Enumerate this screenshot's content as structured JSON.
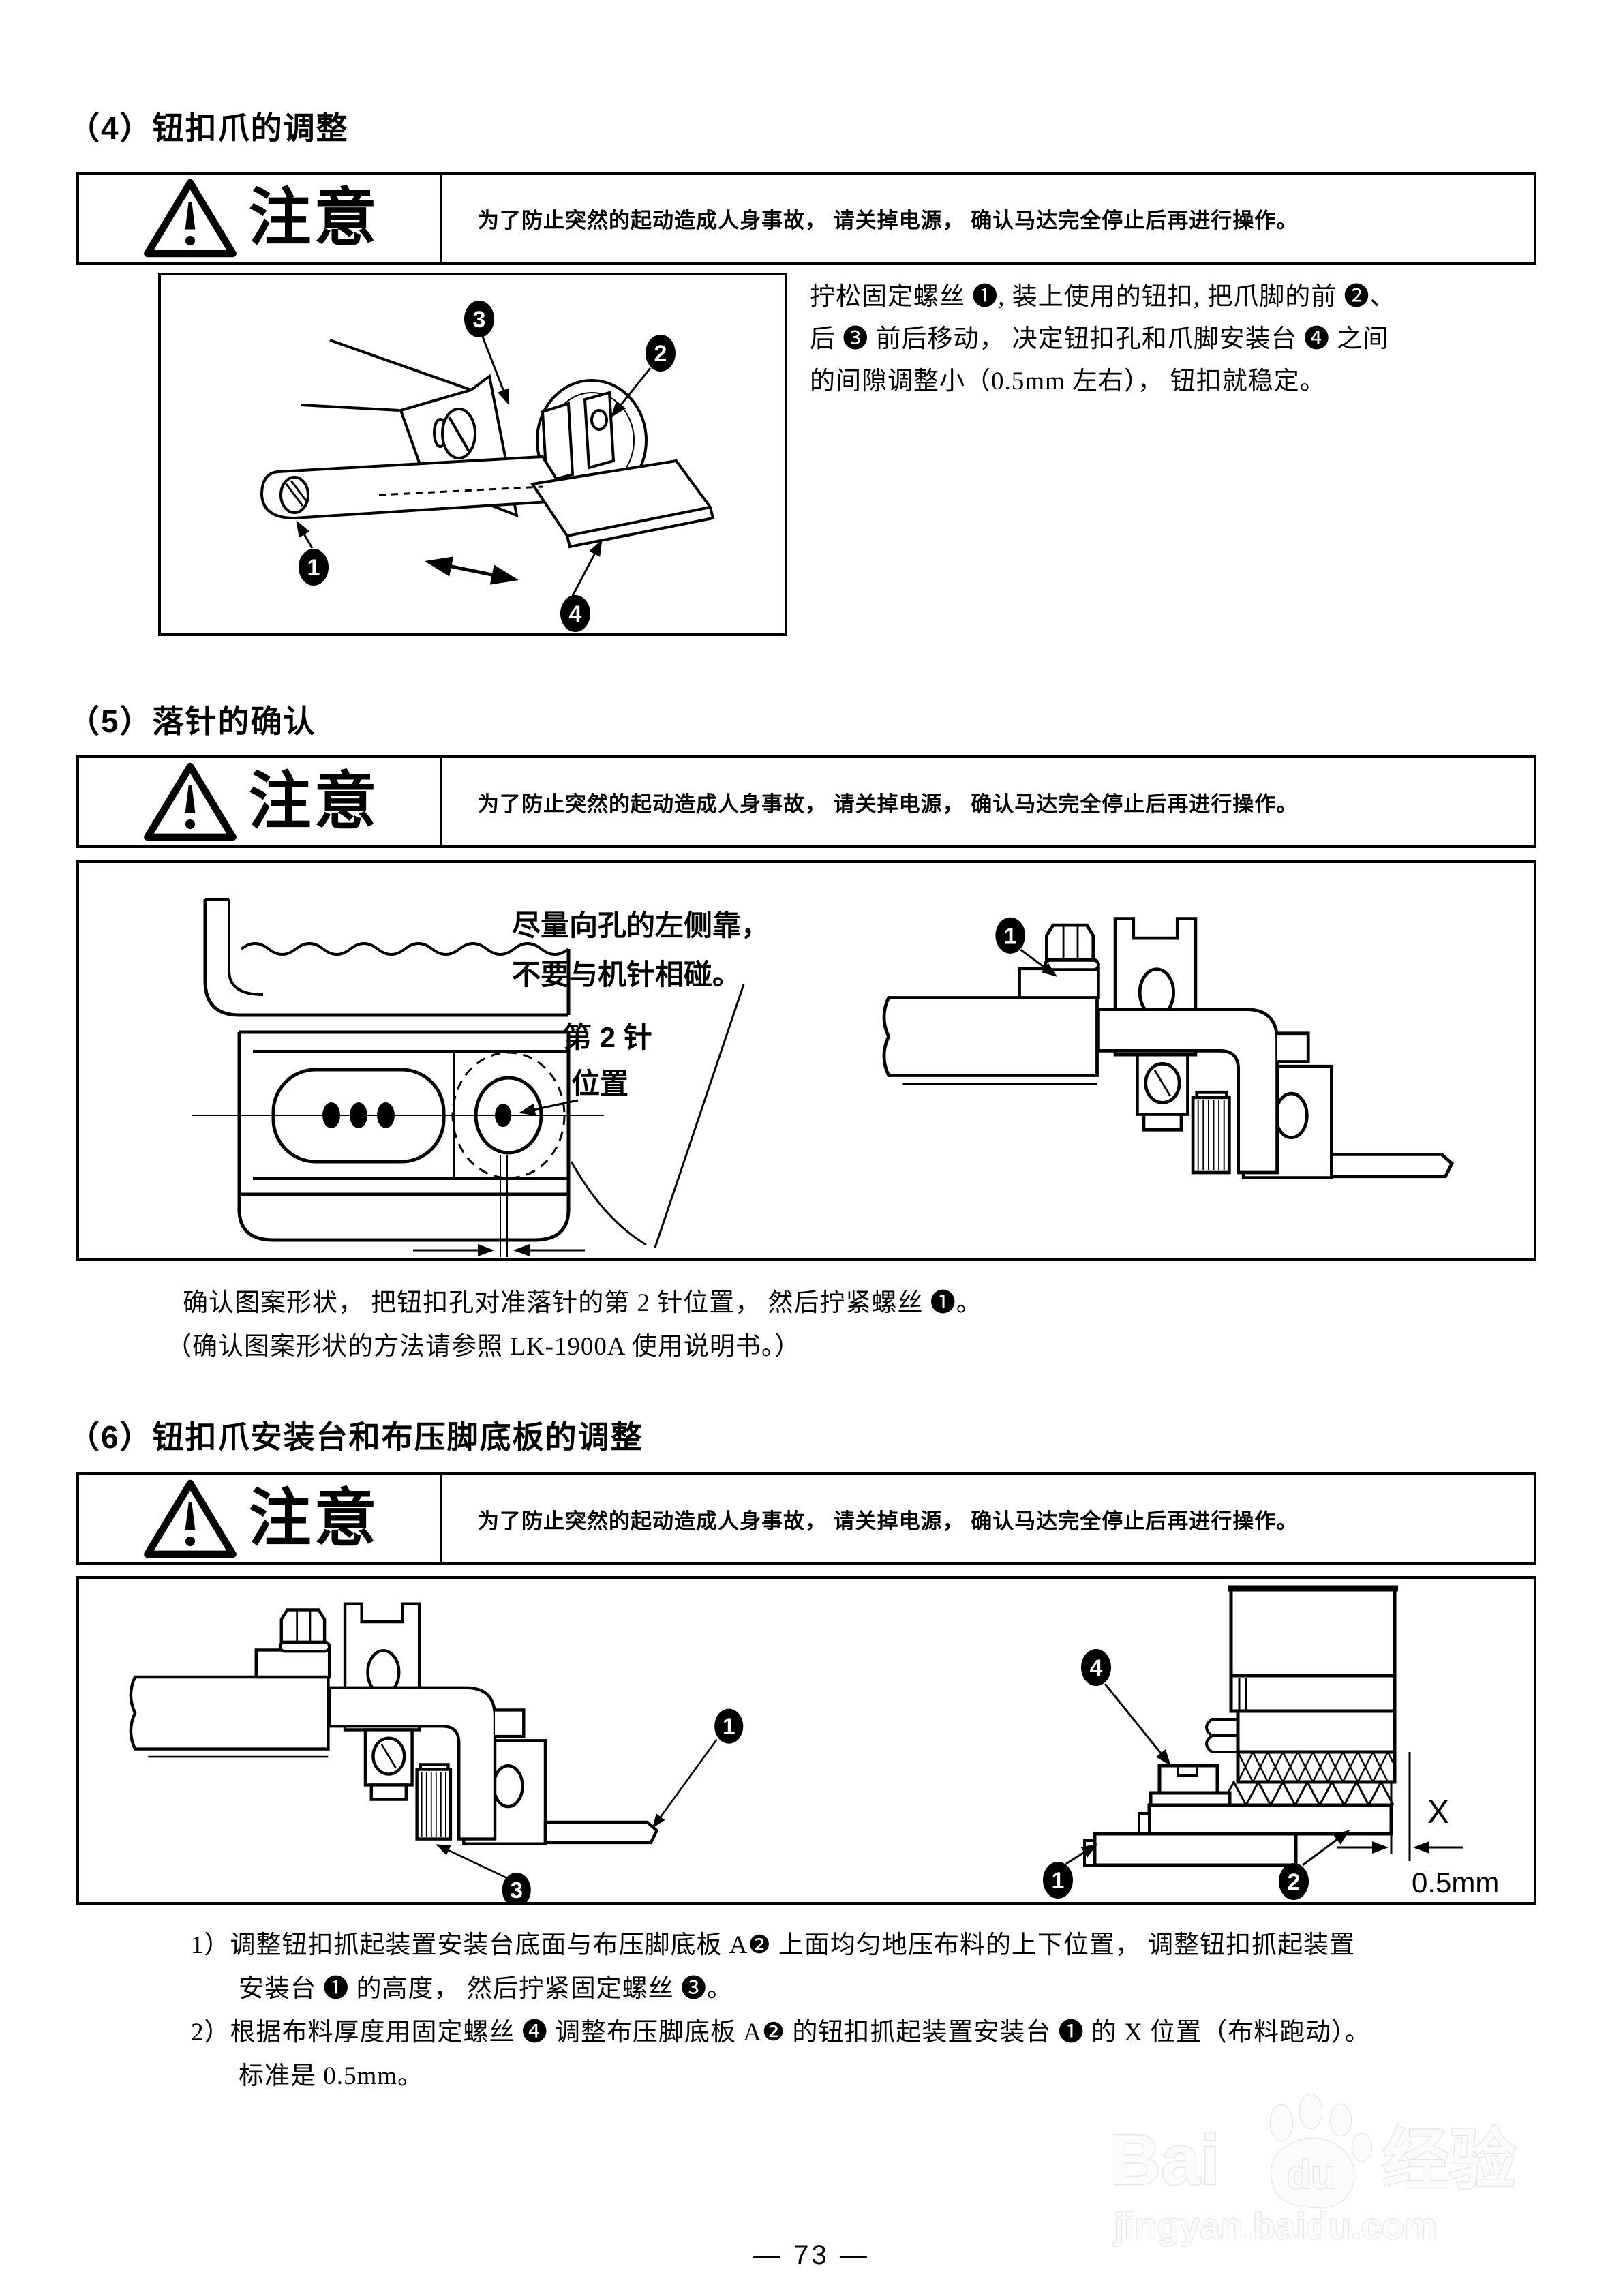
{
  "warning": {
    "label": "注意",
    "text": "为了防止突然的起动造成人身事故， 请关掉电源， 确认马达完全停止后再进行操作。"
  },
  "sections": {
    "s4": {
      "heading": "（4）钮扣爪的调整",
      "body_lines": [
        "拧松固定螺丝 ❶, 装上使用的钮扣, 把爪脚的前 ❷、",
        "后 ❸ 前后移动， 决定钮扣孔和爪脚安装台 ❹ 之间",
        "的间隙调整小（0.5mm 左右）， 钮扣就稳定。"
      ],
      "figure": {
        "c1": "1",
        "c2": "2",
        "c3": "3",
        "c4": "4"
      }
    },
    "s5": {
      "heading": "（5）落针的确认",
      "figure": {
        "note_line1": "尽量向孔的左侧靠，",
        "note_line2": "不要与机针相碰。",
        "needle_label_line1": "第 2 针",
        "needle_label_line2": "位置",
        "c1": "1"
      },
      "body_lines": [
        "确认图案形状， 把钮扣孔对准落针的第 2 针位置， 然后拧紧螺丝 ❶。",
        "（确认图案形状的方法请参照 LK-1900A 使用说明书。）"
      ]
    },
    "s6": {
      "heading": "（6）钮扣爪安装台和布压脚底板的调整",
      "figure": {
        "left_c1": "1",
        "left_c3": "3",
        "right_c4": "4",
        "right_c1": "1",
        "right_c2": "2",
        "dim_x": "X",
        "dim_value": "0.5mm"
      },
      "item_lines": [
        "1）调整钮扣抓起装置安装台底面与布压脚底板 A❷ 上面均匀地压布料的上下位置， 调整钮扣抓起装置",
        "安装台 ❶ 的高度， 然后拧紧固定螺丝 ❸。",
        "2）根据布料厚度用固定螺丝 ❹ 调整布压脚底板 A❷ 的钮扣抓起装置安装台 ❶ 的 X 位置（布料跑动）。",
        "标准是 0.5mm。"
      ]
    }
  },
  "footer": {
    "page_number": "— 73 —"
  },
  "watermark": {
    "part1": "Bai",
    "part2": "du",
    "part3": "经验",
    "url": "jingyan.baidu.com"
  }
}
